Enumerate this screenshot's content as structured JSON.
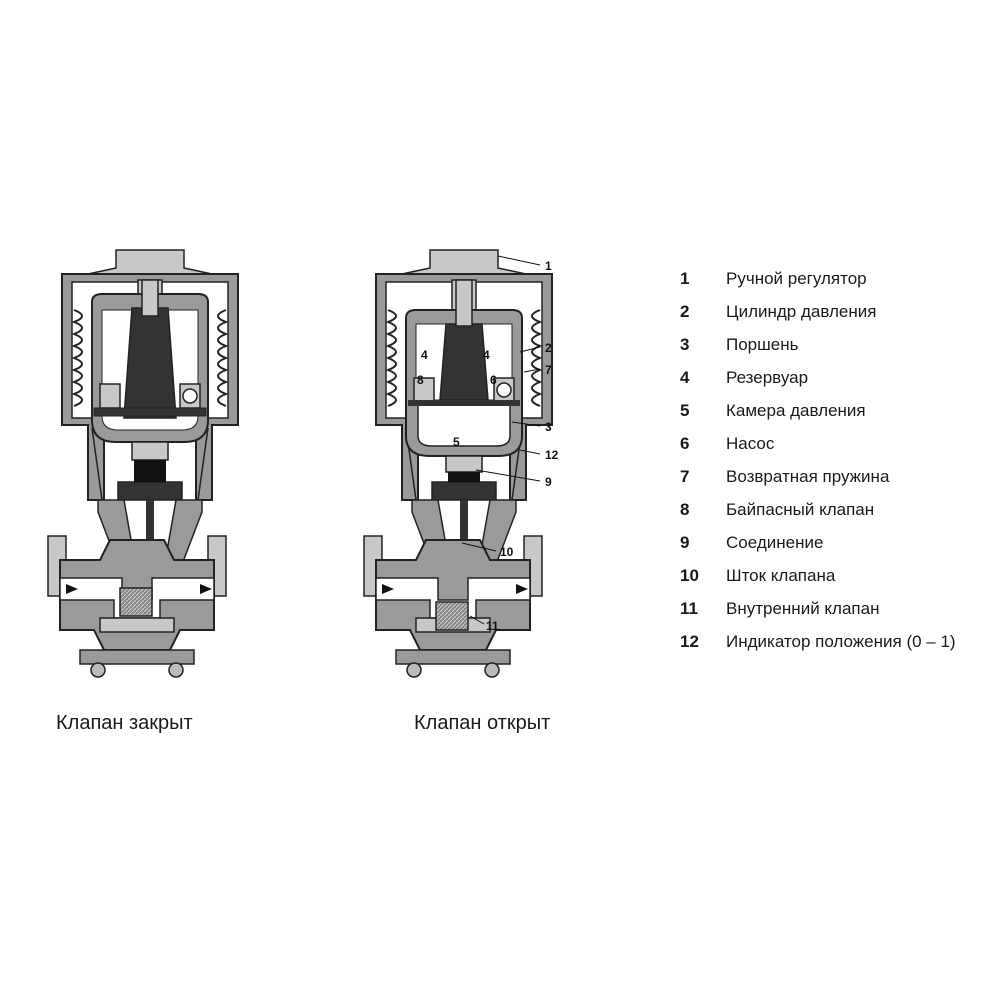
{
  "captions": {
    "closed": "Клапан закрыт",
    "open": "Клапан открыт"
  },
  "callouts": [
    "1",
    "2",
    "7",
    "3",
    "12",
    "9",
    "10",
    "11"
  ],
  "inner_labels": {
    "reservoir": "4",
    "chamber": "5",
    "pump": "6",
    "bypass": "8"
  },
  "legend": [
    {
      "num": "1",
      "text": "Ручной регулятор"
    },
    {
      "num": "2",
      "text": "Цилиндр давления"
    },
    {
      "num": "3",
      "text": "Поршень"
    },
    {
      "num": "4",
      "text": "Резервуар"
    },
    {
      "num": "5",
      "text": "Камера давления"
    },
    {
      "num": "6",
      "text": "Насос"
    },
    {
      "num": "7",
      "text": "Возвратная пружина"
    },
    {
      "num": "8",
      "text": "Байпасный клапан"
    },
    {
      "num": "9",
      "text": "Соединение"
    },
    {
      "num": "10",
      "text": "Шток клапана"
    },
    {
      "num": "11",
      "text": "Внутренний клапан"
    },
    {
      "num": "12",
      "text": "Индикатор положения (0 – 1)"
    }
  ],
  "colors": {
    "body_gray": "#9a9a9a",
    "light_gray": "#c8c8c8",
    "dark": "#333333",
    "outline": "#222222"
  }
}
